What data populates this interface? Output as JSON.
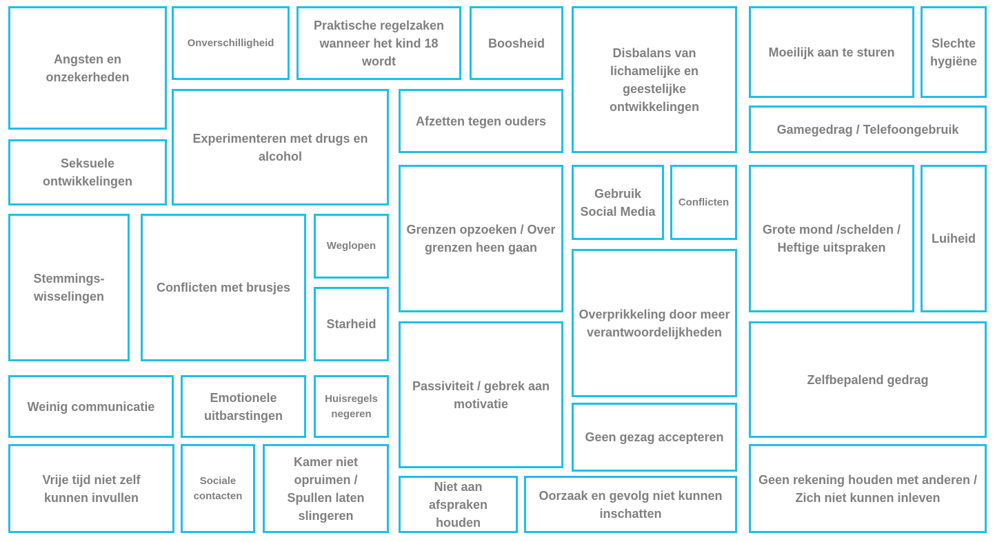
{
  "colors": {
    "border": "#1ebfe8",
    "text": "#808080",
    "background": "#ffffff"
  },
  "tiles": {
    "angsten": "Angsten en onzekerheden",
    "onverschilligheid": "Onverschilligheid",
    "praktische": "Praktische regelzaken wanneer het kind 18 wordt",
    "boosheid": "Boosheid",
    "disbalans": "Disbalans van lichamelijke en geestelijke ontwikkelingen",
    "moeilijk_sturen": "Moeilijk aan te sturen",
    "slechte_hygiene": "Slechte hygiëne",
    "experimenteren": "Experimenteren met drugs en alcohol",
    "afzetten": "Afzetten tegen ouders",
    "gamegedrag": "Gamegedrag / Telefoongebruik",
    "seksuele": "Seksuele ontwikkelingen",
    "grenzen": "Grenzen opzoeken / Over grenzen heen gaan",
    "social_media": "Gebruik Social Media",
    "conflicten": "Conflicten",
    "grote_mond": "Grote mond /schelden / Heftige uitspraken",
    "luiheid": "Luiheid",
    "stemmings": "Stemmings-wisselingen",
    "brusjes": "Conflicten met brusjes",
    "weglopen": "Weglopen",
    "starheid": "Starheid",
    "overprikkeling": "Overprikkeling door meer verantwoordelijkheden",
    "passiviteit": "Passiviteit / gebrek aan motivatie",
    "zelfbepalend": "Zelfbepalend gedrag",
    "weinig_communicatie": "Weinig communicatie",
    "emotionele": "Emotionele uitbarstingen",
    "huisregels": "Huisregels negeren",
    "gezag": "Geen gezag accepteren",
    "vrije_tijd": "Vrije tijd niet zelf kunnen invullen",
    "sociale_contacten": "Sociale contacten",
    "kamer": "Kamer niet opruimen / Spullen laten slingeren",
    "afspraken": "Niet aan afspraken houden",
    "oorzaak": "Oorzaak en gevolg niet kunnen inschatten",
    "rekening": "Geen rekening houden met anderen / Zich niet kunnen inleven"
  }
}
